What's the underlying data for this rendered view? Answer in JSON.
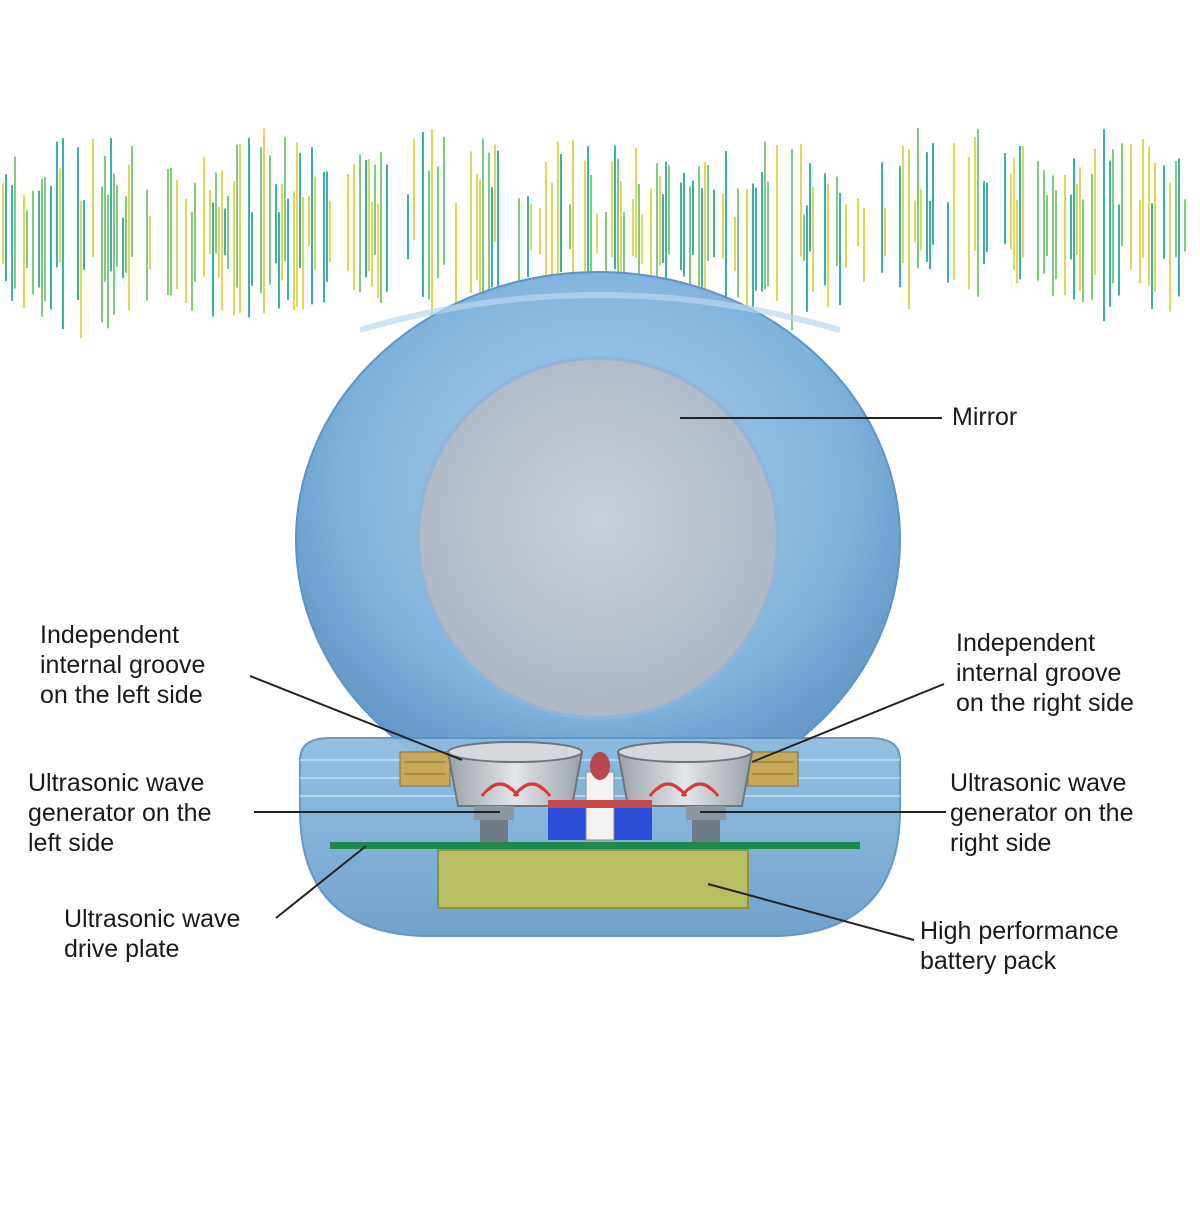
{
  "labels": {
    "mirror": "Mirror",
    "groove_left": "Independent\ninternal groove\non the left side",
    "groove_right": "Independent\ninternal groove\non the right side",
    "generator_left": "Ultrasonic wave\ngenerator on the\nleft side",
    "generator_right": "Ultrasonic wave\ngenerator on the\nright side",
    "drive_plate": "Ultrasonic wave\ndrive plate",
    "battery": "High performance\nbattery pack"
  },
  "colors": {
    "shell": "#7fb3dc",
    "shell_dark": "#5e93c4",
    "mirror": "#b9c3cf",
    "wave_teal": "#1aa59a",
    "wave_yellow": "#d8d23a",
    "wave_green": "#6cc36a",
    "pcb": "#1f8a4a",
    "battery": "#b8bf63",
    "transducer": "#c9cdd2",
    "emitter": "#d83a3a",
    "leader": "#222222"
  }
}
